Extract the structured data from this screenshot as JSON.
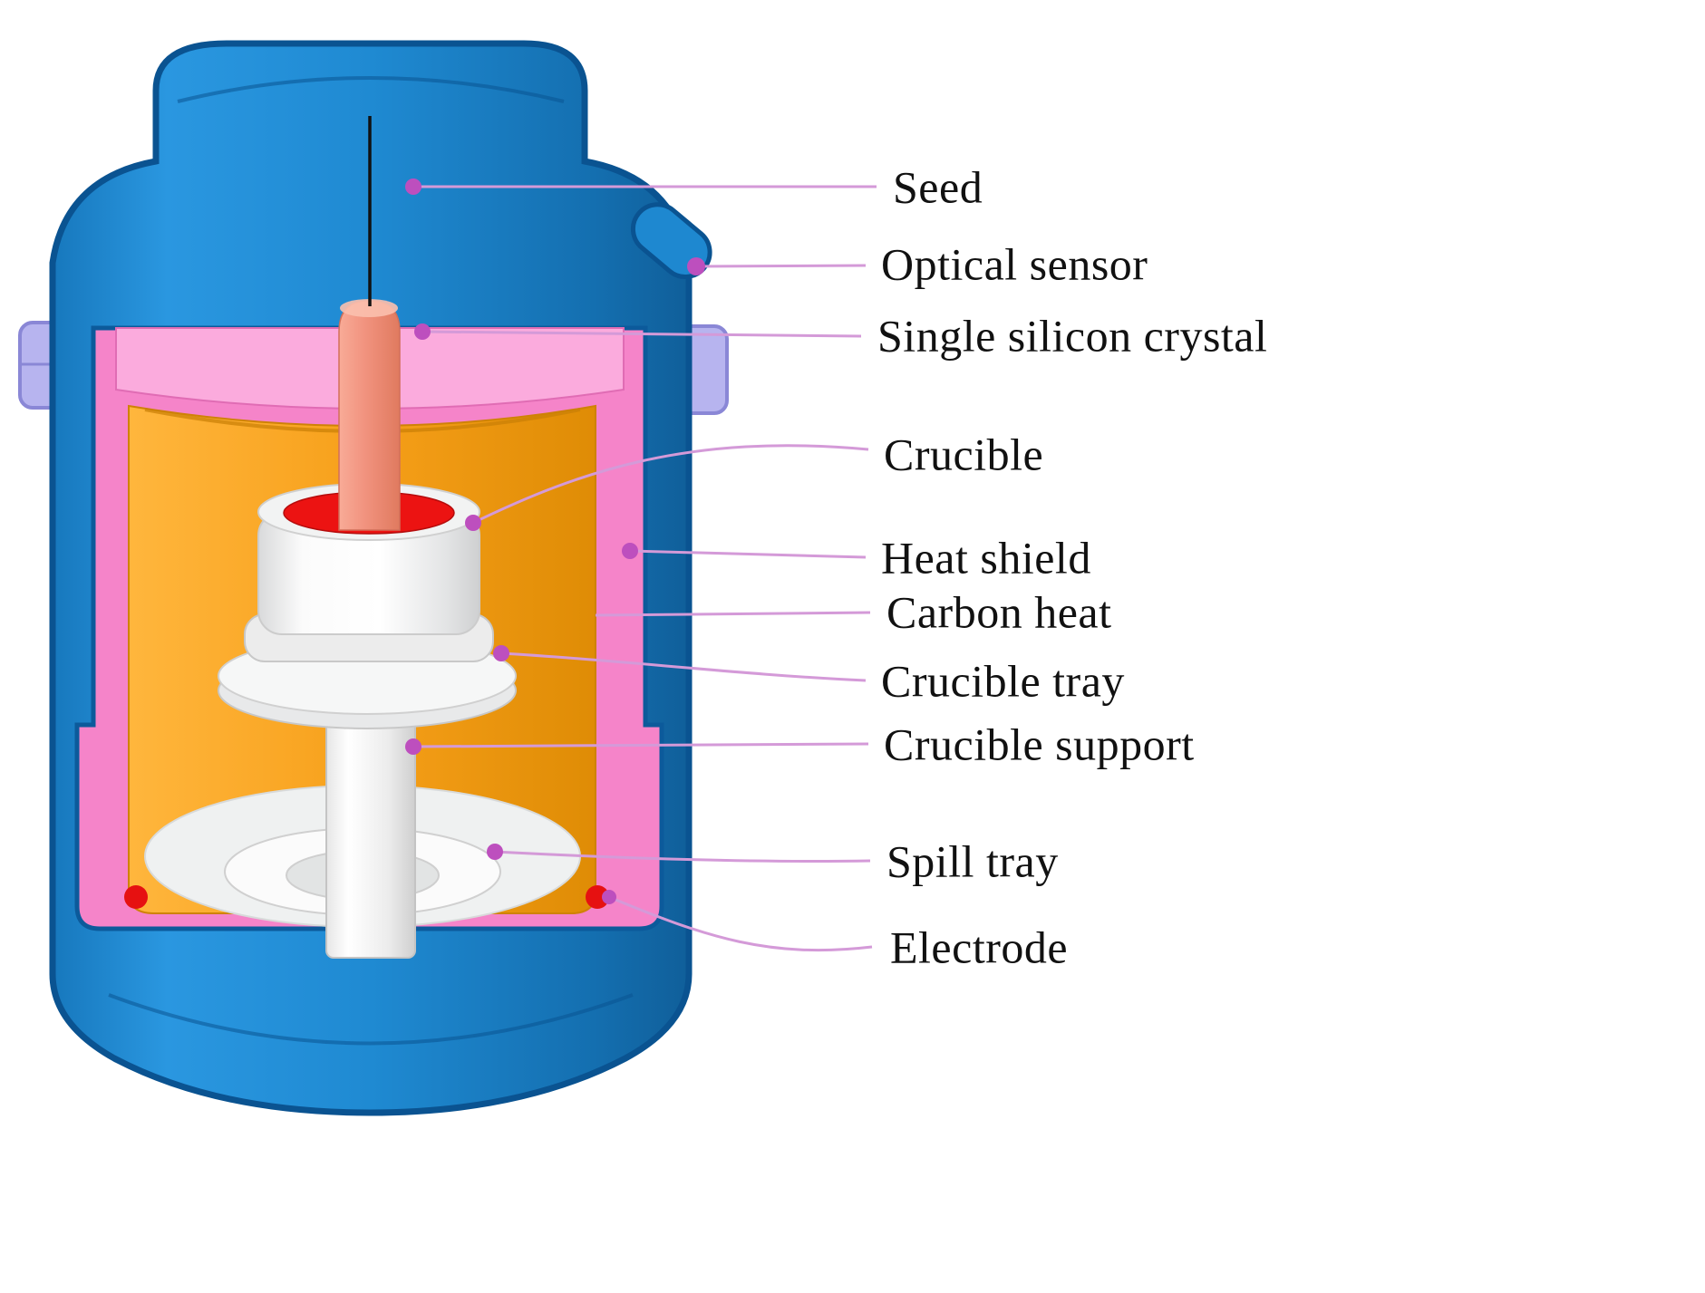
{
  "labels": [
    {
      "id": "seed",
      "text": "Seed"
    },
    {
      "id": "optical-sensor",
      "text": "Optical sensor"
    },
    {
      "id": "single-silicon-crystal",
      "text": "Single silicon crystal"
    },
    {
      "id": "crucible",
      "text": "Crucible"
    },
    {
      "id": "heat-shield",
      "text": "Heat shield"
    },
    {
      "id": "carbon-heat",
      "text": "Carbon heat"
    },
    {
      "id": "crucible-tray",
      "text": "Crucible tray"
    },
    {
      "id": "crucible-support",
      "text": "Crucible support"
    },
    {
      "id": "spill-tray",
      "text": "Spill tray"
    },
    {
      "id": "electrode",
      "text": "Electrode"
    }
  ],
  "colors": {
    "vessel_blue": "#1e88d0",
    "vessel_outline": "#0a5391",
    "liner_pink": "#f584c9",
    "liner_pink_light": "#fbabdd",
    "heater_orange": "#f5a01e",
    "melt_red": "#ec1312",
    "crystal_salmon": "#f2947d",
    "electrode_red": "#e61111",
    "flange_purple": "#b7b4ef",
    "flange_outline": "#8a87d6",
    "leader_line": "#d49ad8",
    "leader_dot": "#bd4fbe",
    "seed_wire": "#111111"
  }
}
